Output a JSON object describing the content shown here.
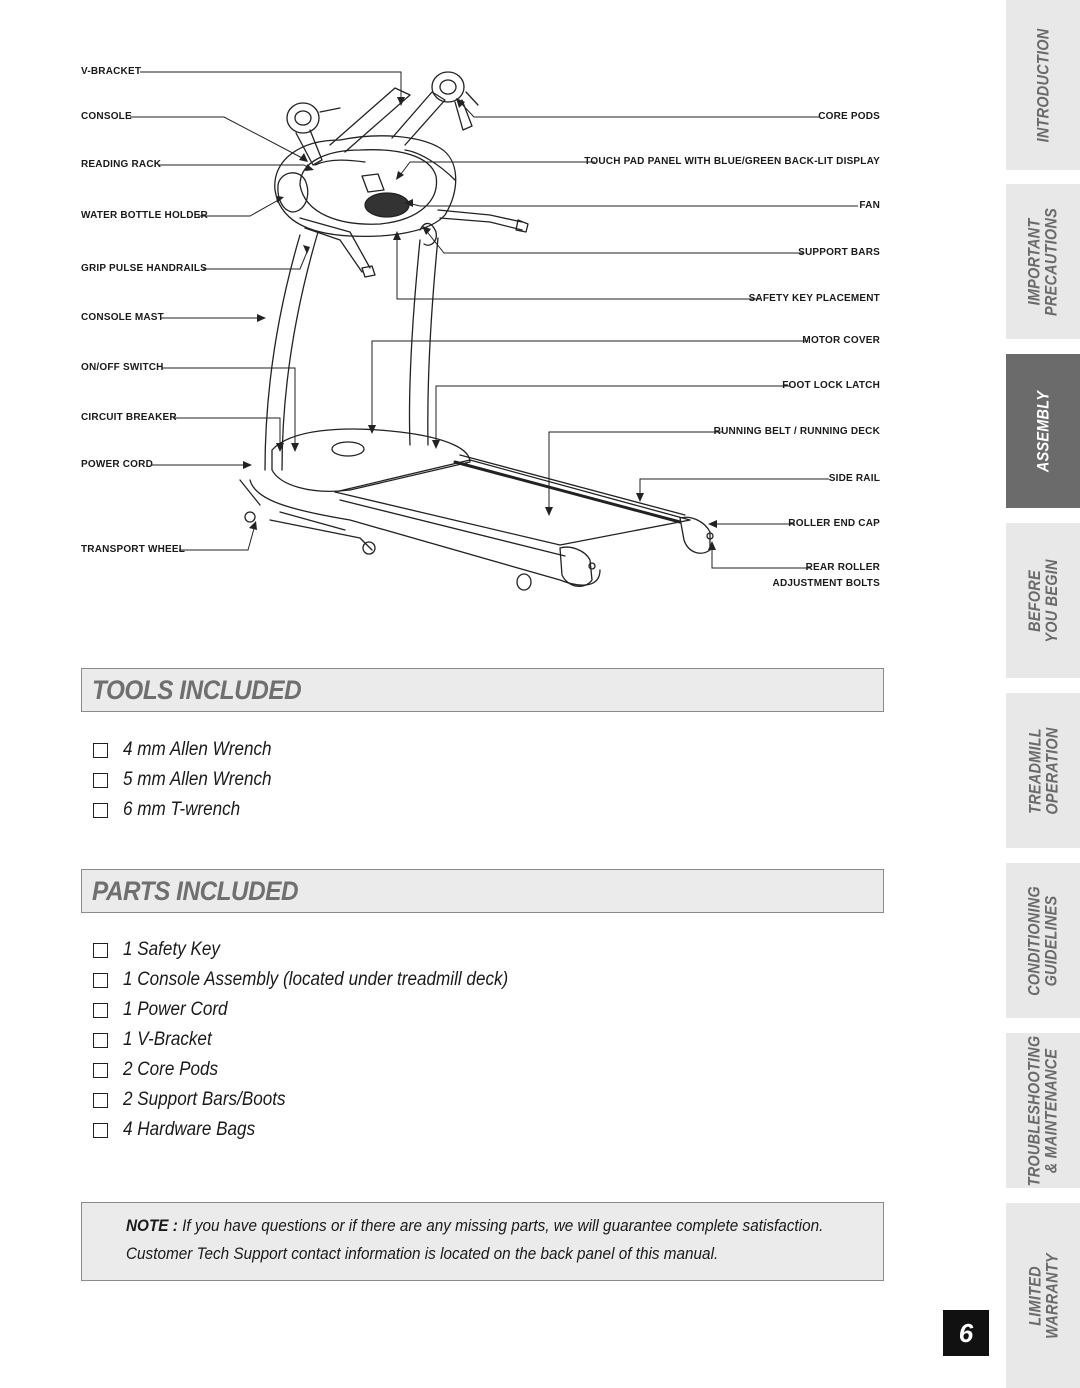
{
  "diagram": {
    "left_labels": [
      "V-BRACKET",
      "CONSOLE",
      "READING RACK",
      "WATER BOTTLE HOLDER",
      "GRIP PULSE HANDRAILS",
      "CONSOLE MAST",
      "ON/OFF SWITCH",
      "CIRCUIT BREAKER",
      "POWER CORD",
      "TRANSPORT WHEEL"
    ],
    "right_labels": [
      "CORE PODS",
      "TOUCH PAD PANEL WITH  BLUE/GREEN  BACK-LIT DISPLAY",
      "FAN",
      "SUPPORT BARS",
      "SAFETY KEY PLACEMENT",
      "MOTOR COVER",
      "FOOT LOCK LATCH",
      "RUNNING BELT / RUNNING DECK",
      "SIDE RAIL",
      "ROLLER END CAP",
      "REAR ROLLER",
      "ADJUSTMENT BOLTS"
    ]
  },
  "tools": {
    "title": "TOOLS INCLUDED",
    "items": [
      "4 mm Allen Wrench",
      "5 mm Allen Wrench",
      "6 mm T-wrench"
    ]
  },
  "parts": {
    "title": "PARTS INCLUDED",
    "items": [
      "1 Safety Key",
      "1 Console Assembly (located under treadmill deck)",
      "1 Power Cord",
      "1 V-Bracket",
      "2 Core Pods",
      "2 Support Bars/Boots",
      "4 Hardware Bags"
    ]
  },
  "note": {
    "label": "NOTE :",
    "line1": "If you have questions or if there are any missing parts, we will guarantee complete satisfaction.",
    "line2": "Customer Tech Support contact information is located on the back panel of this manual."
  },
  "sidebar": {
    "tabs": [
      {
        "line1": "INTRODUCTION",
        "line2": "",
        "active": false
      },
      {
        "line1": "IMPORTANT",
        "line2": "PRECAUTIONS",
        "active": false
      },
      {
        "line1": "ASSEMBLY",
        "line2": "",
        "active": true
      },
      {
        "line1": "BEFORE",
        "line2": "YOU BEGIN",
        "active": false
      },
      {
        "line1": "TREADMILL",
        "line2": "OPERATION",
        "active": false
      },
      {
        "line1": "CONDITIONING",
        "line2": "GUIDELINES",
        "active": false
      },
      {
        "line1": "TROUBLESHOOTING",
        "line2": "& MAINTENANCE",
        "active": false
      },
      {
        "line1": "LIMITED",
        "line2": "WARRANTY",
        "active": false
      }
    ]
  },
  "page_number": "6",
  "colors": {
    "tab_active": "#6b6b6b",
    "tab_inactive": "#e8e8e8",
    "section_bg": "#ebebeb",
    "section_title": "#6f6f6f"
  }
}
